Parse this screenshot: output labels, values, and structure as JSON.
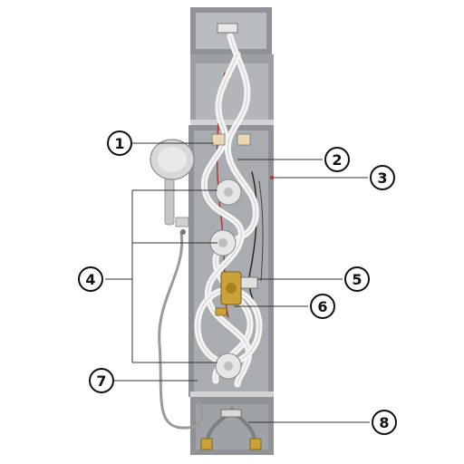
{
  "figure": {
    "callouts": [
      {
        "id": "1",
        "label": "1"
      },
      {
        "id": "2",
        "label": "2"
      },
      {
        "id": "3",
        "label": "3"
      },
      {
        "id": "4",
        "label": "4"
      },
      {
        "id": "5",
        "label": "5"
      },
      {
        "id": "6",
        "label": "6"
      },
      {
        "id": "7",
        "label": "7"
      },
      {
        "id": "8",
        "label": "8"
      }
    ]
  },
  "colors": {
    "panel_frame": "#8f9296",
    "panel_inner": "#a9acb0",
    "hose": "#f4f4f4",
    "brass": "#c9a23a",
    "wire_red": "#b0302a",
    "wire_black": "#222222",
    "callout_ring": "#111111",
    "leader_line": "#333333"
  }
}
